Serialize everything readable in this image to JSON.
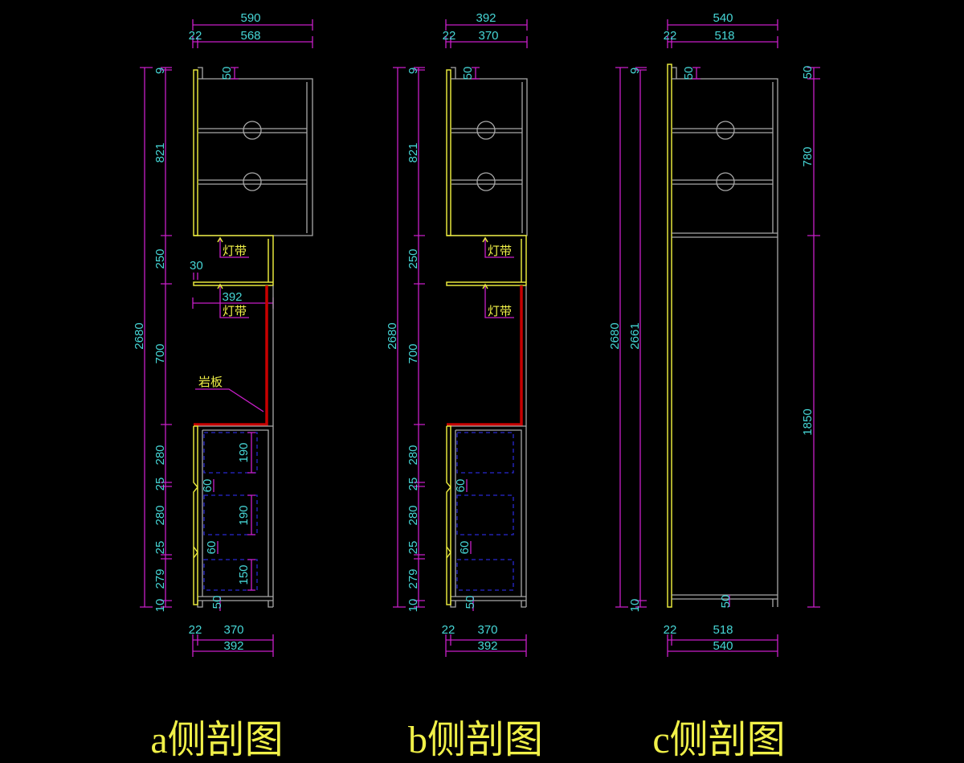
{
  "panels": {
    "a": {
      "title": "a侧剖图",
      "top_overall": "590",
      "top_inner": "568",
      "top_offset": "22",
      "total_height": "2680",
      "heights": [
        "9",
        "821",
        "250",
        "700",
        "280",
        "25",
        "280",
        "25",
        "279",
        "10"
      ],
      "top_gap": "50",
      "light_strip_upper": "灯带",
      "light_strip_lower": "灯带",
      "stone_slab": "岩板",
      "shelf_offset": "30",
      "counter_depth": "392",
      "drawer_heights": [
        "190",
        "190",
        "150"
      ],
      "handle_heights": [
        "60",
        "60"
      ],
      "plinth": "50",
      "bottom_offset": "22",
      "bottom_inner": "370",
      "bottom_overall": "392"
    },
    "b": {
      "title": "b侧剖图",
      "top_overall": "392",
      "top_inner": "370",
      "top_offset": "22",
      "total_height": "2680",
      "heights": [
        "9",
        "821",
        "250",
        "700",
        "280",
        "25",
        "280",
        "25",
        "279",
        "10"
      ],
      "top_gap": "50",
      "light_strip_upper": "灯带",
      "light_strip_lower": "灯带",
      "handle_heights": [
        "60",
        "60"
      ],
      "plinth": "50",
      "bottom_offset": "22",
      "bottom_inner": "370",
      "bottom_overall": "392"
    },
    "c": {
      "title": "c侧剖图",
      "top_overall": "540",
      "top_inner": "518",
      "top_offset": "22",
      "total_height": "2680",
      "inner_height": "2661",
      "top_small": "9",
      "bottom_small": "10",
      "right_heights": [
        "50",
        "780",
        "1850"
      ],
      "top_gap": "50",
      "plinth": "50",
      "bottom_offset": "22",
      "bottom_inner": "518",
      "bottom_overall": "540"
    }
  }
}
